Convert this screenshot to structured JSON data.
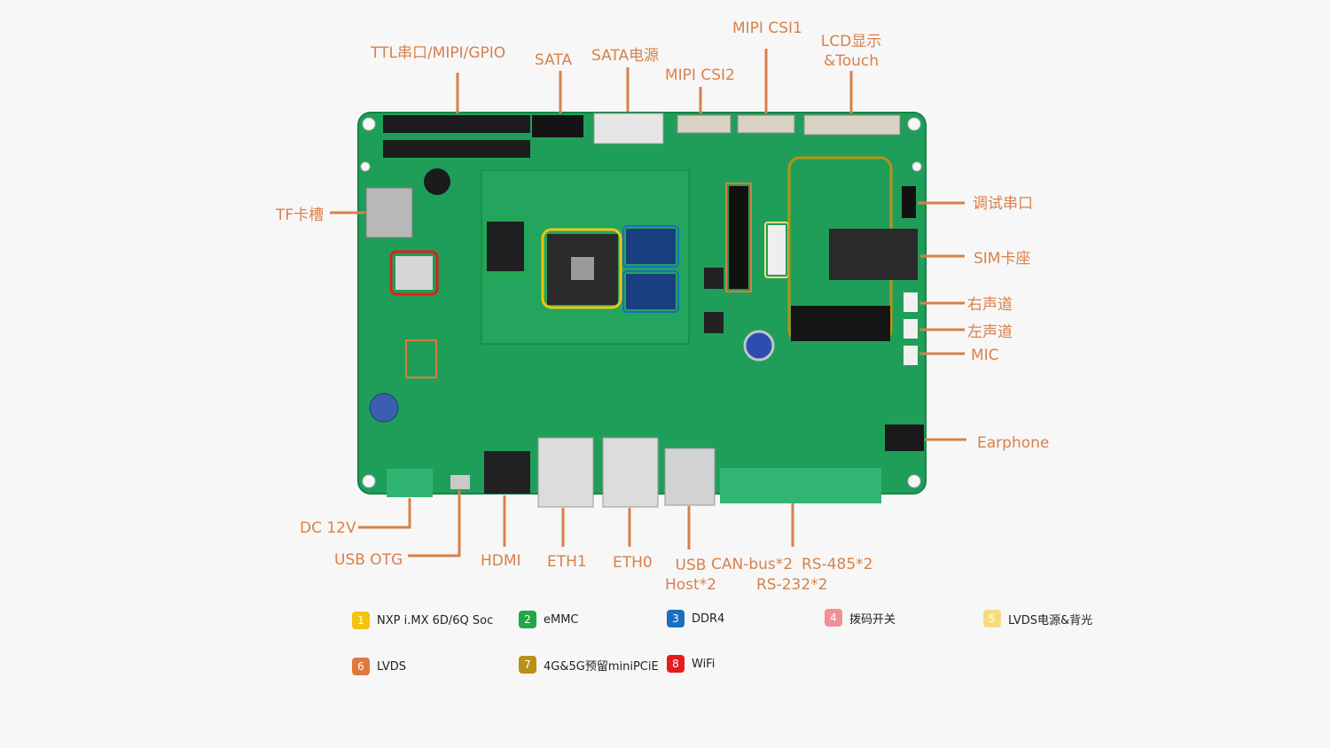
{
  "callouts": {
    "ttl": "TTL串口/MIPI/GPIO",
    "sata": "SATA",
    "sata_power": "SATA电源",
    "mipi_csi2": "MIPI CSI2",
    "mipi_csi1": "MIPI CSI1",
    "lcd_line1": "LCD显示",
    "lcd_line2": "&Touch",
    "tf": "TF卡槽",
    "debug_serial": "调试串口",
    "sim": "SIM卡座",
    "right_channel": "右声道",
    "left_channel": "左声道",
    "mic": "MIC",
    "earphone": "Earphone",
    "dc": "DC 12V",
    "usb_otg": "USB OTG",
    "hdmi": "HDMI",
    "eth1": "ETH1",
    "eth0": "ETH0",
    "usb_host_line1": "USB",
    "usb_host_line2": "Host*2",
    "can": "CAN-bus*2",
    "rs485": "RS-485*2",
    "rs232": "RS-232*2"
  },
  "legend": [
    {
      "num": "1",
      "label": "NXP i.MX 6D/6Q Soc",
      "color": "#f2c40f"
    },
    {
      "num": "2",
      "label": "eMMC",
      "color": "#22a64a"
    },
    {
      "num": "3",
      "label": "DDR4",
      "color": "#1a6fbf"
    },
    {
      "num": "4",
      "label": "拨码开关",
      "color": "#f08f95"
    },
    {
      "num": "5",
      "label": "LVDS电源&背光",
      "color": "#f7dc7e"
    },
    {
      "num": "6",
      "label": "LVDS",
      "color": "#e07a3c"
    },
    {
      "num": "7",
      "label": "4G&5G预留miniPCiE",
      "color": "#b89216"
    },
    {
      "num": "8",
      "label": "WiFi",
      "color": "#e41c1c"
    }
  ],
  "colors": {
    "callout": "#d9804a",
    "board": "#1f9e5a",
    "background": "#f7f7f7"
  }
}
